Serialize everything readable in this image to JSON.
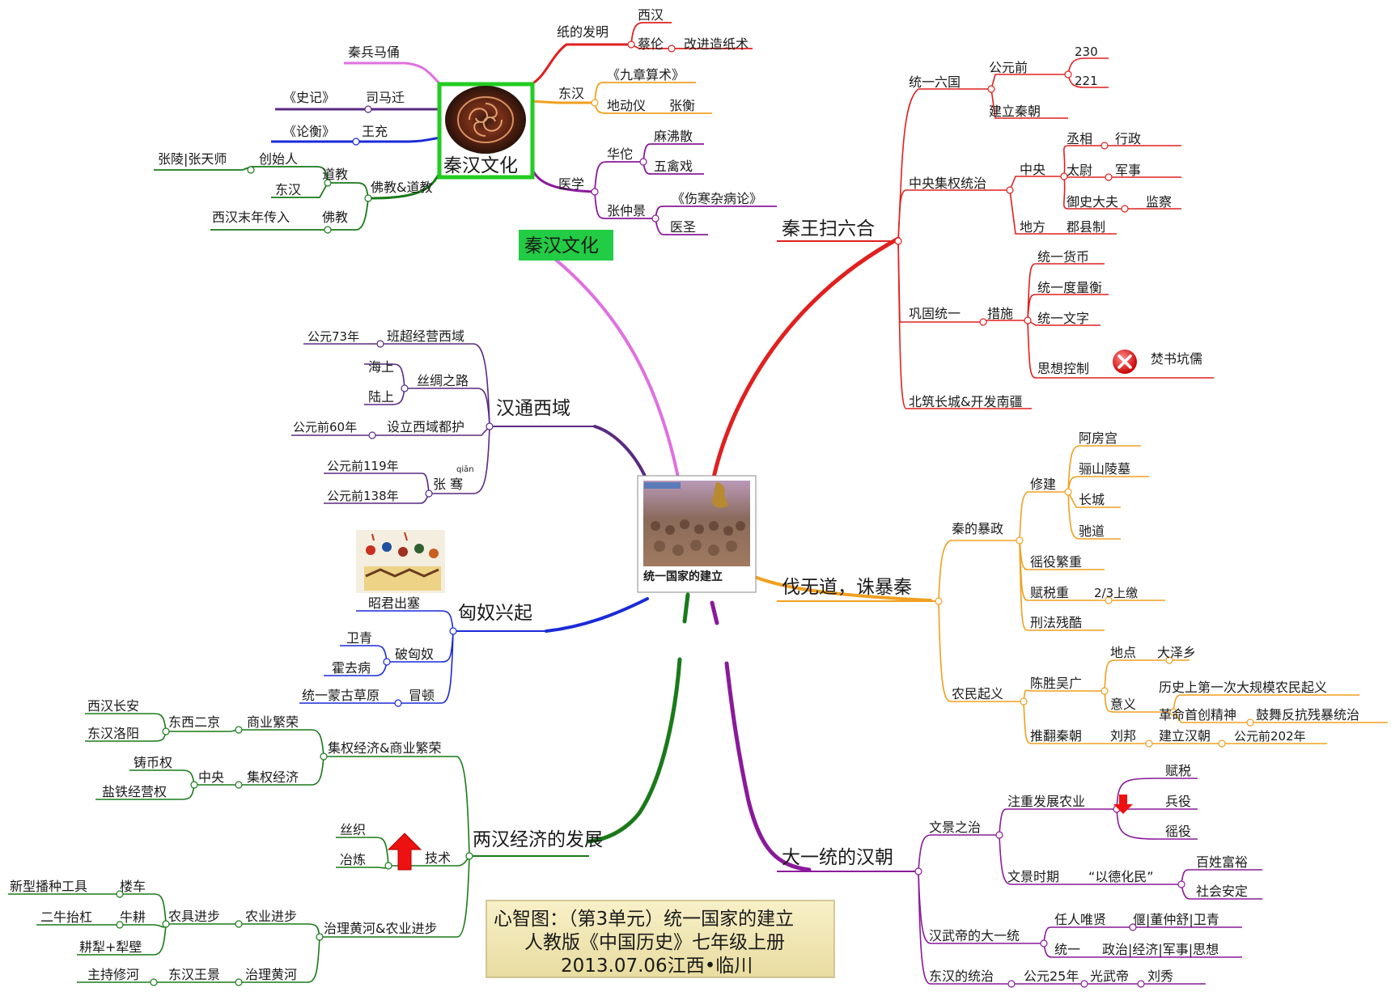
{
  "center": {
    "label": "统一国家的建立"
  },
  "culture_image_caption": "秦汉文化",
  "caption": {
    "line1": "心智图：（第3单元）统一国家的建立",
    "line2": "人教版《中国历史》七年级上册",
    "line3": "2013.07.06江西•临川"
  },
  "colors": {
    "qin": "#e02020",
    "culture": "#e070e0",
    "west": "#5a2a82",
    "xiongnu": "#1a2ad8",
    "econ": "#1a7a1a",
    "fall": "#f0a020",
    "han": "#8a1a9a",
    "paper": "#e02020",
    "dong": "#f0a020",
    "med": "#8a1a9a",
    "qinbing": "#e070e0",
    "shiji": "#5a2a82",
    "lunheng": "#1a2ad8",
    "relig": "#1a7a1a",
    "label_bg": "#22cc44"
  },
  "culture": {
    "label": "秦汉文化",
    "paper": {
      "label": "纸的发明",
      "items": [
        "西汉",
        "蔡伦",
        "改进造纸术"
      ]
    },
    "donghan": {
      "label": "东汉",
      "items": [
        "《九章算术》",
        "地动仪",
        "张衡"
      ]
    },
    "medicine": {
      "label": "医学",
      "huatuo": "华佗",
      "huatuo_items": [
        "麻沸散",
        "五禽戏"
      ],
      "zhang": "张仲景",
      "zhang_items": [
        "《伤寒杂病论》",
        "医圣"
      ]
    },
    "left": {
      "qinbing": "秦兵马俑",
      "shiji": "《史记》",
      "simaqian": "司马迁",
      "lunheng": "《论衡》",
      "wangchong": "王充",
      "religion": "佛教&道教",
      "daojiao": "道教",
      "chuangshiren": "创始人",
      "zhangling": "张陵|张天师",
      "donghan": "东汉",
      "fojiao": "佛教",
      "xihanmo": "西汉末年传入"
    }
  },
  "qin": {
    "label": "秦王扫六合",
    "unify": {
      "label": "统一六国",
      "gongyuanqian": "公元前",
      "y230": "230",
      "y221": "221",
      "jianli": "建立秦朝"
    },
    "central": {
      "label": "中央集权统治",
      "zhongyang": "中央",
      "chengxiang": "丞相",
      "xingzheng": "行政",
      "taiwei": "太尉",
      "junshi": "军事",
      "yushi": "御史大夫",
      "jiancha": "监察",
      "difang": "地方",
      "junxian": "郡县制"
    },
    "consolidate": {
      "label": "巩固统一",
      "cuoshi": "措施",
      "items": [
        "统一货币",
        "统一度量衡",
        "统一文字",
        "思想控制"
      ],
      "fenshu": "焚书坑儒"
    },
    "wall": "北筑长城&开发南疆"
  },
  "fall": {
    "label": "伐无道，诛暴秦",
    "baozheng": {
      "label": "秦的暴政",
      "xiujian": "修建",
      "xiujian_items": [
        "阿房宫",
        "骊山陵墓",
        "长城",
        "驰道"
      ],
      "yaoyi": "徭役繁重",
      "fushui": "赋税重",
      "share": "2/3上缴",
      "xingfa": "刑法残酷"
    },
    "uprising": {
      "label": "农民起义",
      "chensheng": "陈胜吴广",
      "didian": "地点",
      "dazexiang": "大泽乡",
      "yiyi": "意义",
      "first": "历史上第一次大规模农民起义",
      "spirit": "革命首创精神",
      "inspire": "鼓舞反抗残暴统治",
      "tuifan": "推翻秦朝",
      "liubang": "刘邦",
      "jianhan": "建立汉朝",
      "year": "公元前202年"
    }
  },
  "han": {
    "label": "大一统的汉朝",
    "wenjing": {
      "label": "文景之治",
      "agri": "注重发展农业",
      "agri_items": [
        "赋税",
        "兵役",
        "徭役"
      ],
      "era": "文景时期",
      "dehua": "“以德化民”",
      "result": [
        "百姓富裕",
        "社会安定"
      ]
    },
    "wudi": {
      "label": "汉武帝的大一统",
      "renren": "任人唯贤",
      "people": "偃|董仲舒|卫青",
      "tongyi": "统一",
      "fields": "政治|经济|军事|思想"
    },
    "donghan": {
      "label": "东汉的统治",
      "year": "公元25年",
      "emperor": "光武帝",
      "name": "刘秀"
    }
  },
  "west": {
    "label": "汉通西域",
    "ban": {
      "year": "公元73年",
      "text": "班超经营西域"
    },
    "silk": {
      "label": "丝绸之路",
      "items": [
        "海上",
        "陆上"
      ]
    },
    "duhu": {
      "year": "公元前60年",
      "text": "设立西域都护"
    },
    "zq": {
      "label": "张 骞",
      "pinyin": "qiān",
      "years": [
        "公元前119年",
        "公元前138年"
      ]
    }
  },
  "xiongnu": {
    "label": "匈奴兴起",
    "zhaojun": "昭君出塞",
    "po": {
      "label": "破匈奴",
      "items": [
        "卫青",
        "霍去病"
      ]
    },
    "modu": {
      "label": "冒顿",
      "text": "统一蒙古草原"
    }
  },
  "econ": {
    "label": "两汉经济的发展",
    "jq": {
      "label": "集权经济&商业繁荣",
      "shangye": {
        "label": "商业繁荣",
        "dongxi": "东西二京",
        "cities": [
          "西汉长安",
          "东汉洛阳"
        ]
      },
      "jiquan": {
        "label": "集权经济",
        "zhongyang": "中央",
        "items": [
          "铸币权",
          "盐铁经营权"
        ]
      }
    },
    "tech": {
      "label": "技术",
      "items": [
        "丝织",
        "冶炼"
      ]
    },
    "hh": {
      "label": "治理黄河&农业进步",
      "nongye": {
        "label": "农业进步",
        "nongju": "农具进步",
        "louche": "楼车",
        "tool": "新型播种工具",
        "niugeng": "牛耕",
        "ergang": "二牛抬杠",
        "gengli": "耕犁+犁壁"
      },
      "zhili": {
        "label": "治理黄河",
        "wangjing": "东汉王景",
        "zhuchi": "主持修河"
      }
    }
  }
}
